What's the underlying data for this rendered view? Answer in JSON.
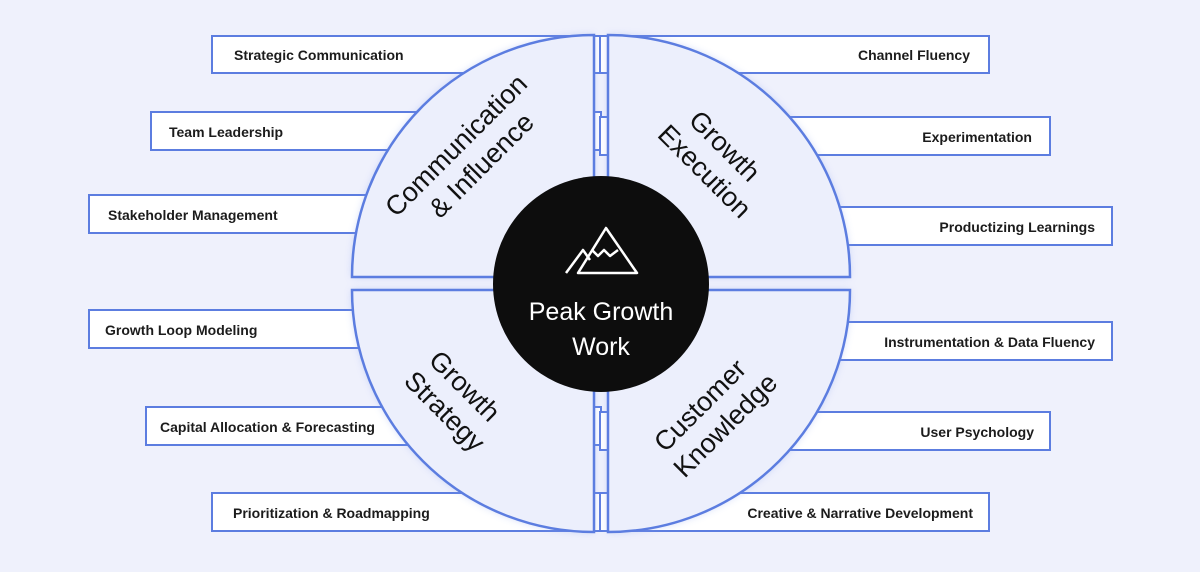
{
  "center": {
    "line1": "Peak Growth",
    "line2": "Work",
    "icon": "mountain-icon"
  },
  "quadrants": [
    {
      "line1": "Communication",
      "line2": "& Influence"
    },
    {
      "line1": "Growth",
      "line2": "Execution"
    },
    {
      "line1": "Growth",
      "line2": "Strategy"
    },
    {
      "line1": "Customer",
      "line2": "Knowledge"
    }
  ],
  "skills_left": [
    "Strategic Communication",
    "Team Leadership",
    "Stakeholder Management",
    "Growth Loop Modeling",
    "Capital Allocation & Forecasting",
    "Prioritization & Roadmapping"
  ],
  "skills_right": [
    "Channel Fluency",
    "Experimentation",
    "Productizing Learnings",
    "Instrumentation & Data Fluency",
    "User Psychology",
    "Creative & Narrative Development"
  ],
  "colors": {
    "accent": "#5c7de0",
    "background": "#eff1fc",
    "center": "#0d0d0d"
  }
}
